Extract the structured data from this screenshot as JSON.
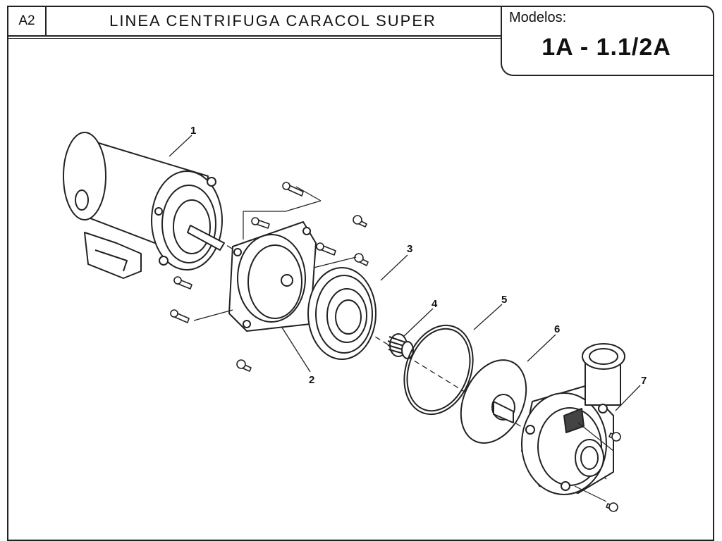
{
  "header": {
    "code": "A2",
    "title": "LINEA  CENTRIFUGA  CARACOL  SUPER",
    "models_label": "Modelos:",
    "models_value": "1A - 1.1/2A"
  },
  "parts": {
    "p1": "1",
    "p2": "2",
    "p3": "3",
    "p4": "4",
    "p5": "5",
    "p6": "6",
    "p7": "7"
  }
}
